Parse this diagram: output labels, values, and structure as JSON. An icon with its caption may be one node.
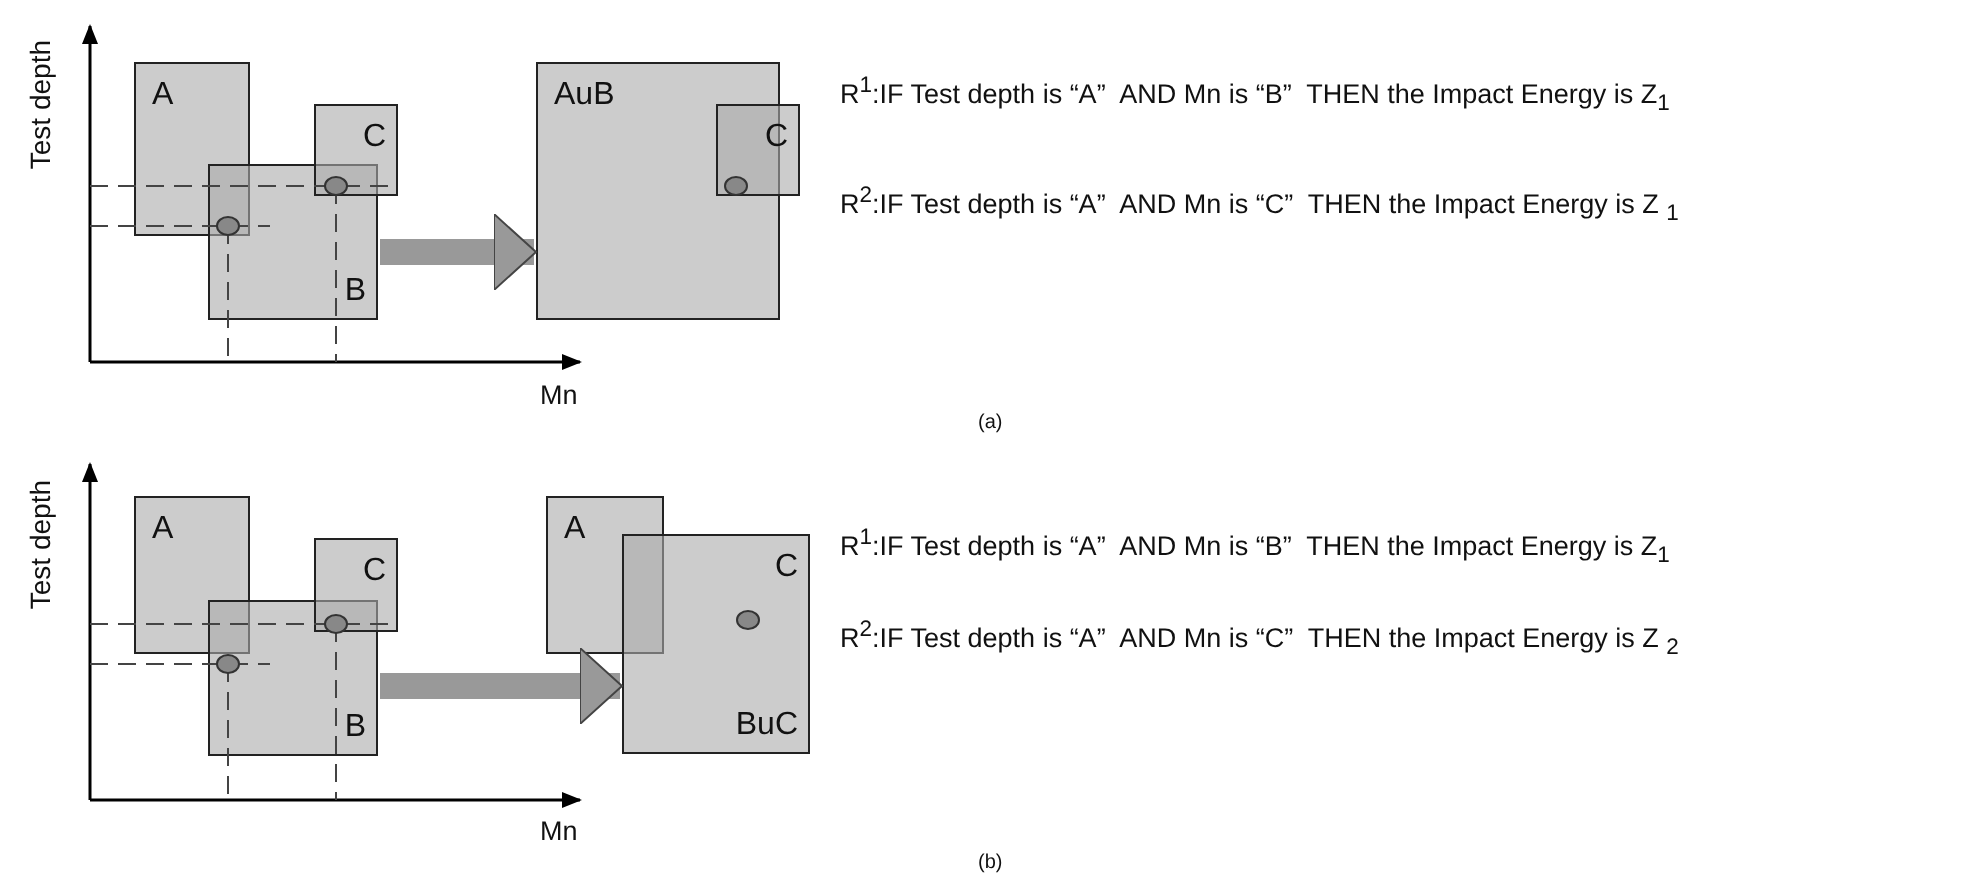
{
  "diagram": {
    "nodes": [
      {
        "text": [
          "A"
        ]
      },
      {
        "text": [
          "B"
        ]
      },
      {
        "text": [
          "C"
        ]
      },
      {
        "text": [
          "AuB"
        ]
      },
      {
        "text": [
          "C"
        ]
      },
      {
        "text": [
          "A"
        ]
      },
      {
        "text": [
          "B"
        ]
      },
      {
        "text": [
          "C"
        ]
      },
      {
        "text": [
          "A"
        ]
      },
      {
        "text": [
          "C",
          "BuC"
        ]
      }
    ],
    "edges": [
      {
        "from": 1,
        "to": 3,
        "arrow": "to"
      },
      {
        "from": 6,
        "to": 9,
        "arrow": "to"
      }
    ],
    "labels": [
      "Test depth",
      "R$^{1}$:IF Test depth is “A”  AND Mn is “B”  THEN the Impact Energy is Z$_{1}$",
      "R$^{2}$:IF Test depth is “A”  AND Mn is “C”  THEN the Impact Energy is Z $_{1}$",
      "Mn",
      "(a)",
      "Test depth",
      "R$^{1}$:IF Test depth is “A”  AND Mn is “B”  THEN the Impact Energy is Z$_{1}$",
      "R$^{2}$:IF Test depth is “A”  AND Mn is “C”  THEN the Impact Energy is Z $_{2}$",
      "Mn",
      "(b)"
    ]
  }
}
